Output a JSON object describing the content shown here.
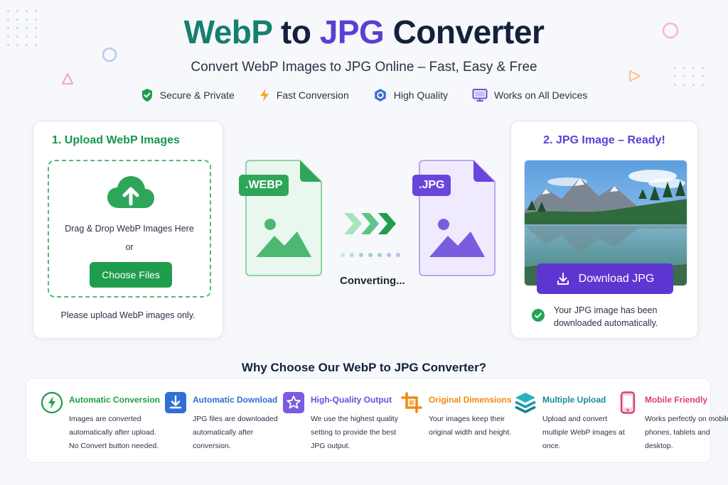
{
  "header": {
    "title_part1": "WebP",
    "title_part2": "to",
    "title_part3": "JPG",
    "title_part4": "Converter",
    "subtitle": "Convert WebP Images to JPG Online – Fast, Easy & Free"
  },
  "features": [
    {
      "label": "Secure & Private",
      "icon": "shield-check-icon",
      "color": "#1f9d4c"
    },
    {
      "label": "Fast Conversion",
      "icon": "lightning-icon",
      "color": "#f5a623"
    },
    {
      "label": "High Quality",
      "icon": "quality-badge-icon",
      "color": "#3b6fd8"
    },
    {
      "label": "Works on All Devices",
      "icon": "monitor-icon",
      "color": "#6b4fd6"
    }
  ],
  "upload": {
    "title": "1. Upload WebP Images",
    "drop_text": "Drag & Drop WebP Images Here",
    "or_text": "or",
    "choose_button": "Choose Files",
    "note": "Please upload WebP images only."
  },
  "conversion": {
    "source_label": ".WEBP",
    "target_label": ".JPG",
    "status": "Converting..."
  },
  "result": {
    "title": "2. JPG Image – Ready!",
    "download_button": "Download JPG",
    "status_line1": "Your JPG image has been",
    "status_line2": "downloaded automatically."
  },
  "why": {
    "title": "Why Choose Our WebP to JPG Converter?",
    "items": [
      {
        "title": "Automatic Conversion",
        "desc": "Images are converted automatically after upload. No Convert button needed.",
        "color": "#1f9d4c",
        "icon": "lightning-circle-icon"
      },
      {
        "title": "Automatic Download",
        "desc": "JPG files are downloaded automatically after conversion.",
        "color": "#2f6fd6",
        "icon": "download-icon"
      },
      {
        "title": "High-Quality Output",
        "desc": "We use the highest quality setting to provide the best JPG output.",
        "color": "#6b4fd6",
        "icon": "star-icon"
      },
      {
        "title": "Original Dimensions",
        "desc": "Your images keep their original width and height.",
        "color": "#ef8a12",
        "icon": "crop-icon"
      },
      {
        "title": "Multiple Upload",
        "desc": "Upload and convert multiple WebP images at once.",
        "color": "#1c9aa8",
        "icon": "layers-icon"
      },
      {
        "title": "Mobile Friendly",
        "desc": "Works perfectly on mobile phones, tablets and desktop.",
        "color": "#d8407a",
        "icon": "mobile-icon"
      }
    ]
  },
  "colors": {
    "green": "#1f9d4c",
    "purple": "#5d36d1",
    "teal": "#16806e"
  }
}
